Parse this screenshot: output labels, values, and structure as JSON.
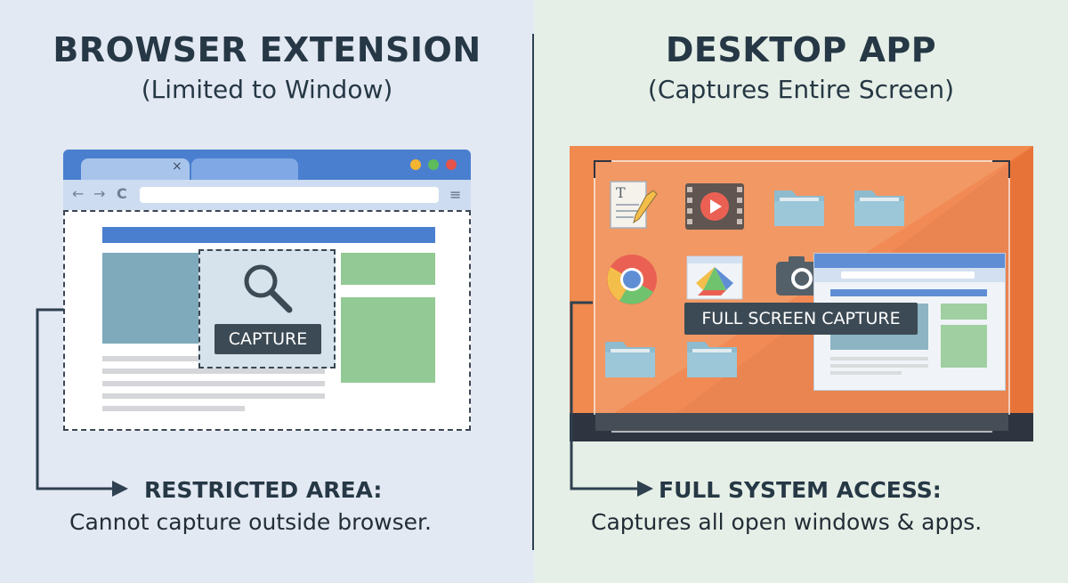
{
  "left_panel": {
    "title": "BROWSER EXTENSION",
    "subtitle": "(Limited to Window)",
    "capture_label": "CAPTURE",
    "caption_head": "RESTRICTED AREA:",
    "caption_body": "Cannot capture outside browser.",
    "browser_close_glyph": "×",
    "nav_back_glyph": "←",
    "nav_forward_glyph": "→",
    "nav_reload_glyph": "C",
    "menu_glyph": "≡"
  },
  "right_panel": {
    "title": "DESKTOP APP",
    "subtitle": "(Captures Entire Screen)",
    "capture_label": "FULL SCREEN CAPTURE",
    "caption_head": "FULL SYSTEM ACCESS:",
    "caption_body": "Captures all open windows & apps."
  },
  "colors": {
    "left_bg": "#e3e9f3",
    "right_bg": "#e6efe7",
    "dark": "#263845",
    "browser_blue": "#4a7fd0",
    "desktop_orange": "#ef7a3e",
    "label_bg": "#3c4a55"
  },
  "icons": [
    "magnifier-icon",
    "text-document-icon",
    "video-player-icon",
    "folder-icon",
    "chrome-icon",
    "google-drive-icon",
    "camera-icon",
    "arrow-right-icon"
  ]
}
